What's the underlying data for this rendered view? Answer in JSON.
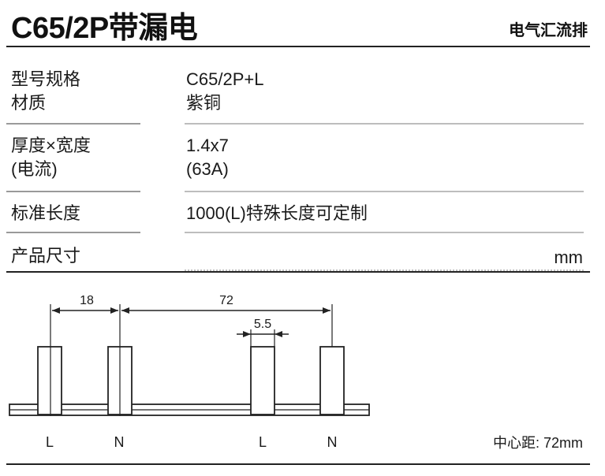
{
  "header": {
    "title": "C65/2P带漏电",
    "category": "电气汇流排"
  },
  "specs": [
    {
      "label_lines": [
        "型号规格",
        "材质"
      ],
      "value_lines": [
        "C65/2P+L",
        "紫铜"
      ]
    },
    {
      "label_lines": [
        "厚度×宽度",
        "(电流)"
      ],
      "value_lines": [
        "1.4x7",
        "(63A)"
      ]
    },
    {
      "label_lines": [
        "标准长度"
      ],
      "value_lines": [
        "1000(L)特殊长度可定制"
      ]
    }
  ],
  "dimensions_section": {
    "label": "产品尺寸",
    "unit": "mm"
  },
  "drawing": {
    "dim_pitch": "18",
    "dim_center": "72",
    "dim_pin_width": "5.5",
    "pin_labels": [
      "L",
      "N",
      "L",
      "N"
    ]
  },
  "footer_note": "中心距: 72mm"
}
